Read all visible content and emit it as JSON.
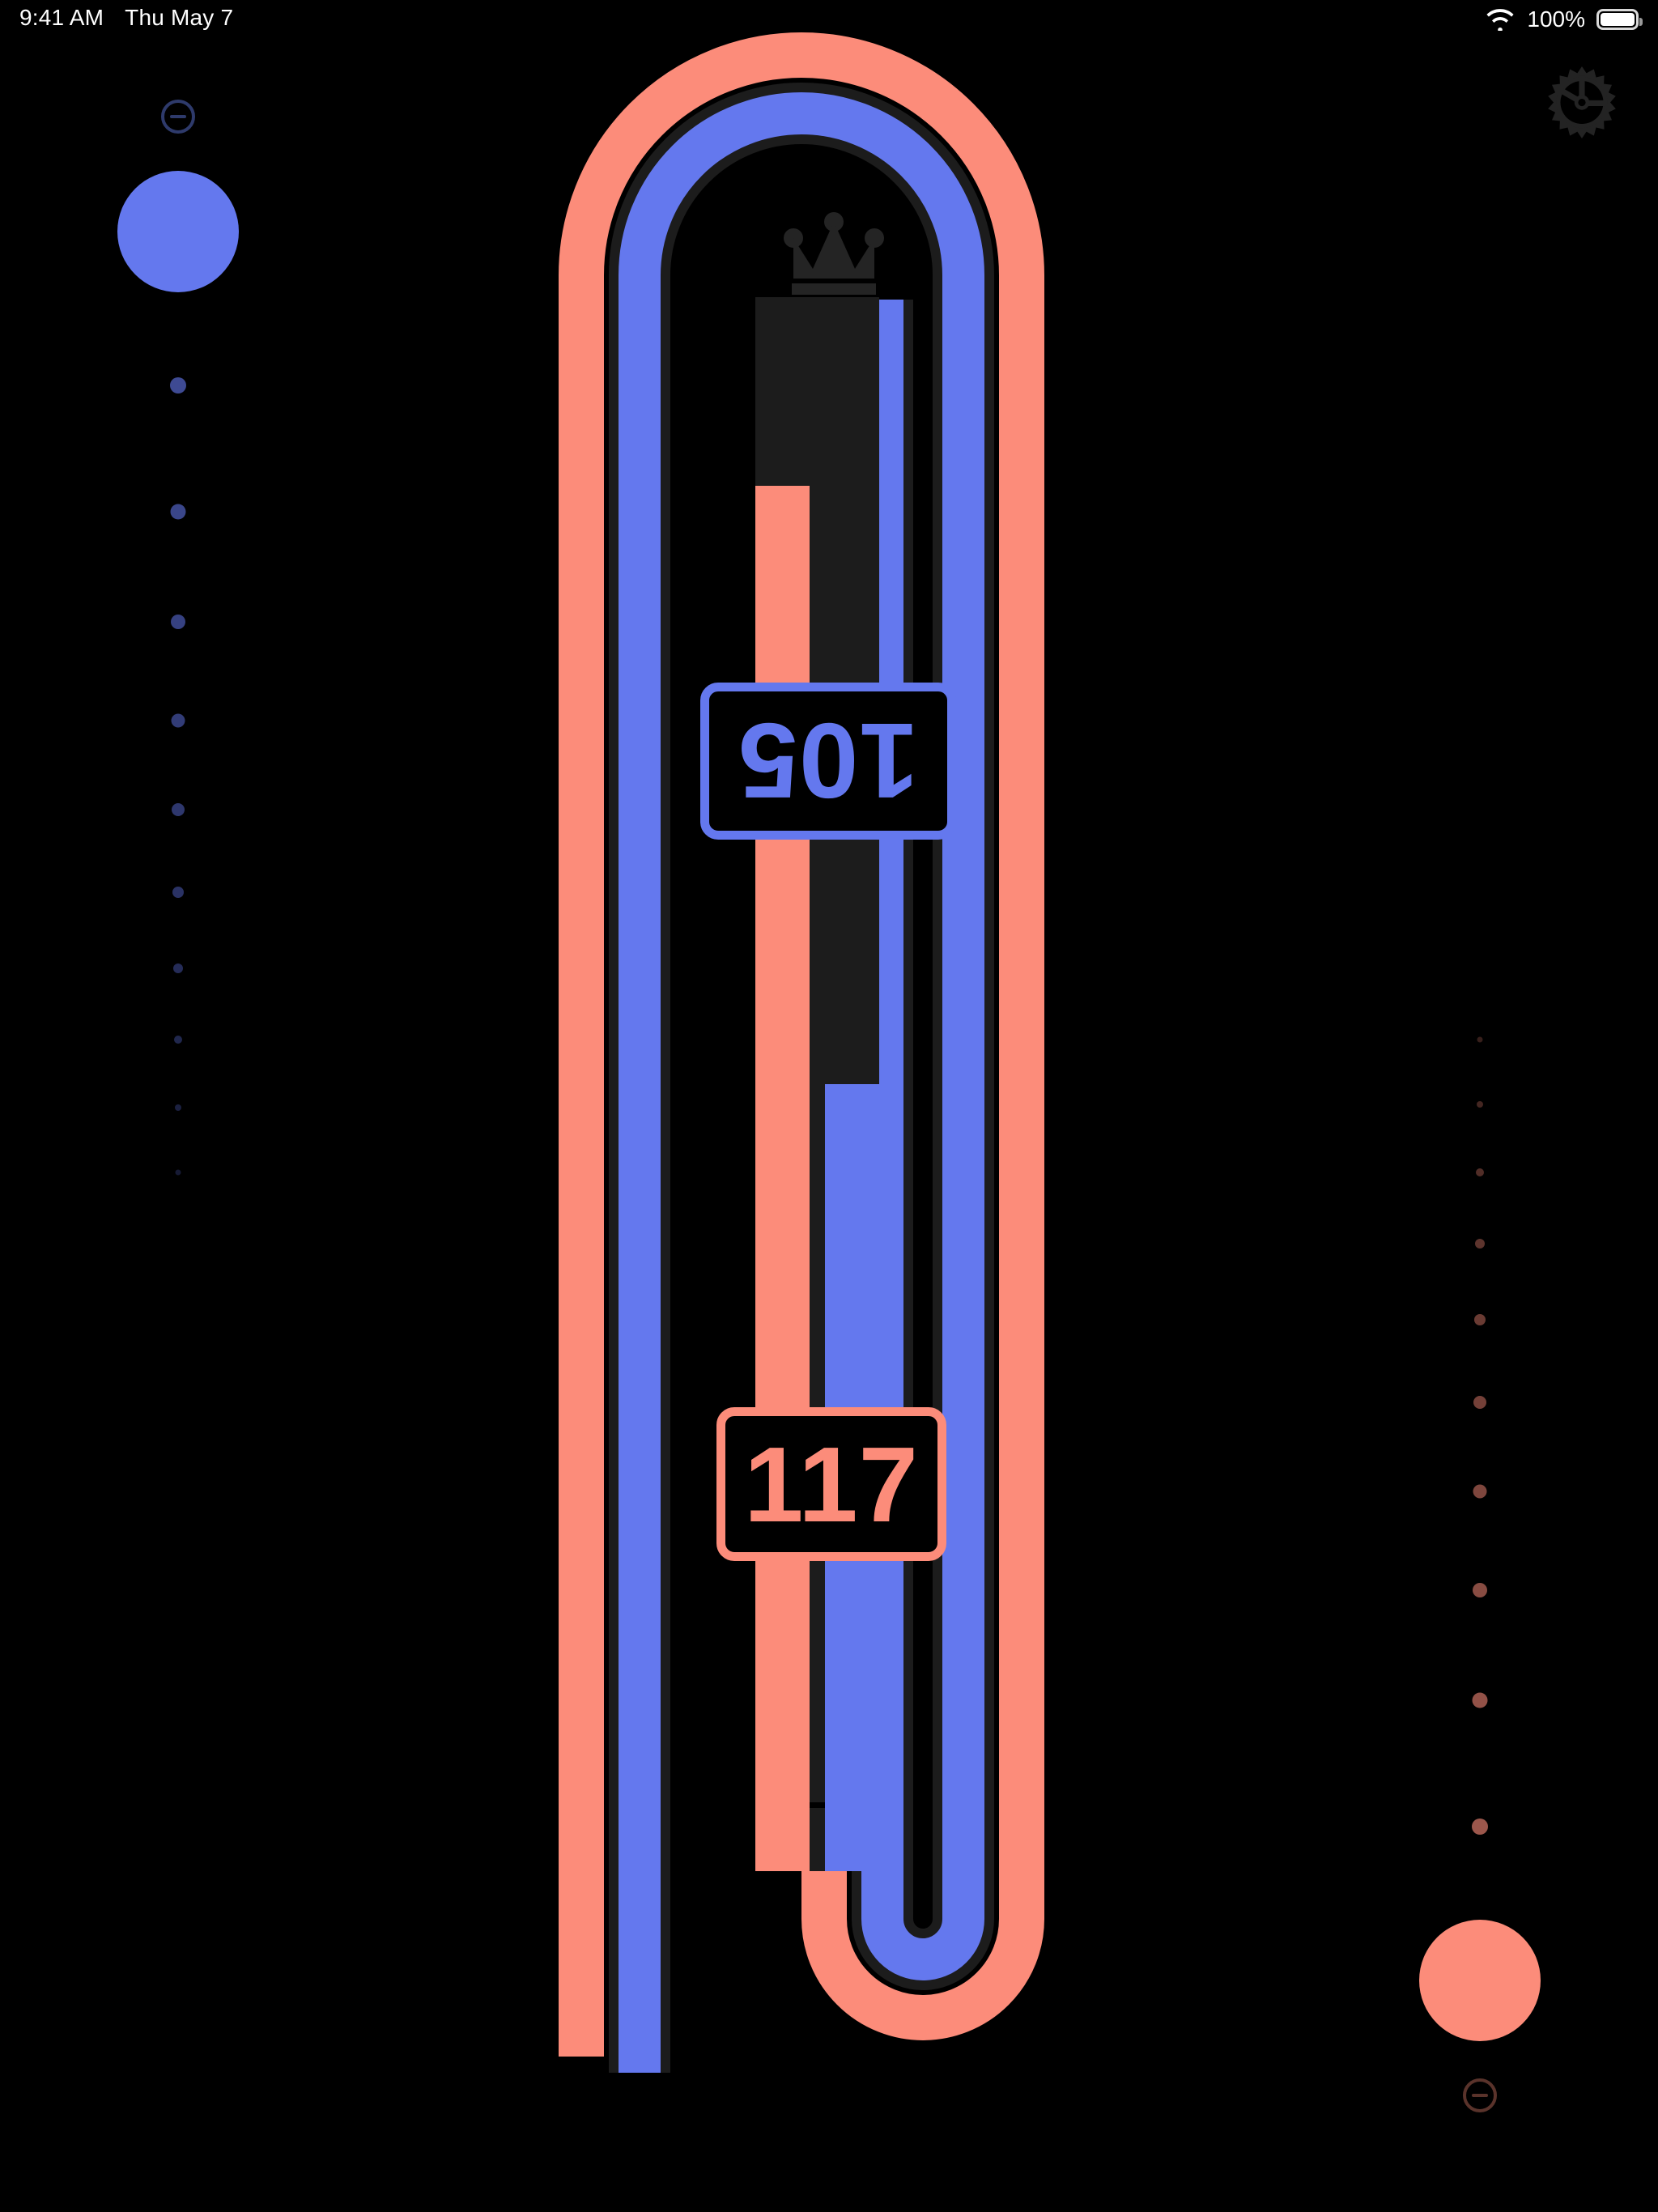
{
  "status_bar": {
    "time": "9:41 AM",
    "date": "Thu May 7",
    "battery_percent": "100%",
    "wifi_icon": "wifi-icon",
    "battery_icon": "battery-icon"
  },
  "header": {
    "settings_icon": "gear-icon"
  },
  "colors": {
    "background": "#000000",
    "player_one": "#6478ee",
    "player_two": "#fc8c7a",
    "track_dark": "#1c1c1c",
    "crown": "#242424",
    "gear": "#232323",
    "pip_blue_dim": "#2e3a6b",
    "pip_salmon_dim": "#5a332b"
  },
  "scoreboard": {
    "player_one": {
      "name": "player-one",
      "color": "#6478ee",
      "score_label": "105",
      "decrement_icon": "circle-minus-icon",
      "marker_size": 84,
      "pips": [
        {
          "size": 20,
          "opacity": 1.0
        },
        {
          "size": 19,
          "opacity": 0.95
        },
        {
          "size": 18,
          "opacity": 0.9
        },
        {
          "size": 17,
          "opacity": 0.85
        },
        {
          "size": 16,
          "opacity": 0.8
        },
        {
          "size": 14,
          "opacity": 0.72
        },
        {
          "size": 13,
          "opacity": 0.65
        },
        {
          "size": 11,
          "opacity": 0.55
        },
        {
          "size": 9,
          "opacity": 0.45
        },
        {
          "size": 7,
          "opacity": 0.35
        }
      ]
    },
    "player_two": {
      "name": "player-two",
      "color": "#fc8c7a",
      "score_label": "117",
      "decrement_icon": "circle-minus-icon",
      "marker_size": 84,
      "pips": [
        {
          "size": 20,
          "opacity": 1.0
        },
        {
          "size": 19,
          "opacity": 0.95
        },
        {
          "size": 18,
          "opacity": 0.9
        },
        {
          "size": 17,
          "opacity": 0.85
        },
        {
          "size": 16,
          "opacity": 0.8
        },
        {
          "size": 14,
          "opacity": 0.72
        },
        {
          "size": 13,
          "opacity": 0.65
        },
        {
          "size": 11,
          "opacity": 0.55
        },
        {
          "size": 9,
          "opacity": 0.45
        },
        {
          "size": 7,
          "opacity": 0.35
        }
      ]
    }
  },
  "track": {
    "crown_icon": "crown-icon",
    "leader": "player-one",
    "outer_lane_color": "#fc8c7a",
    "inner_lane_color": "#6478ee",
    "inner_column": {
      "salmon_fill_percent": 88,
      "blue_fill_percent": 50,
      "tick_position_percent": 4
    }
  }
}
